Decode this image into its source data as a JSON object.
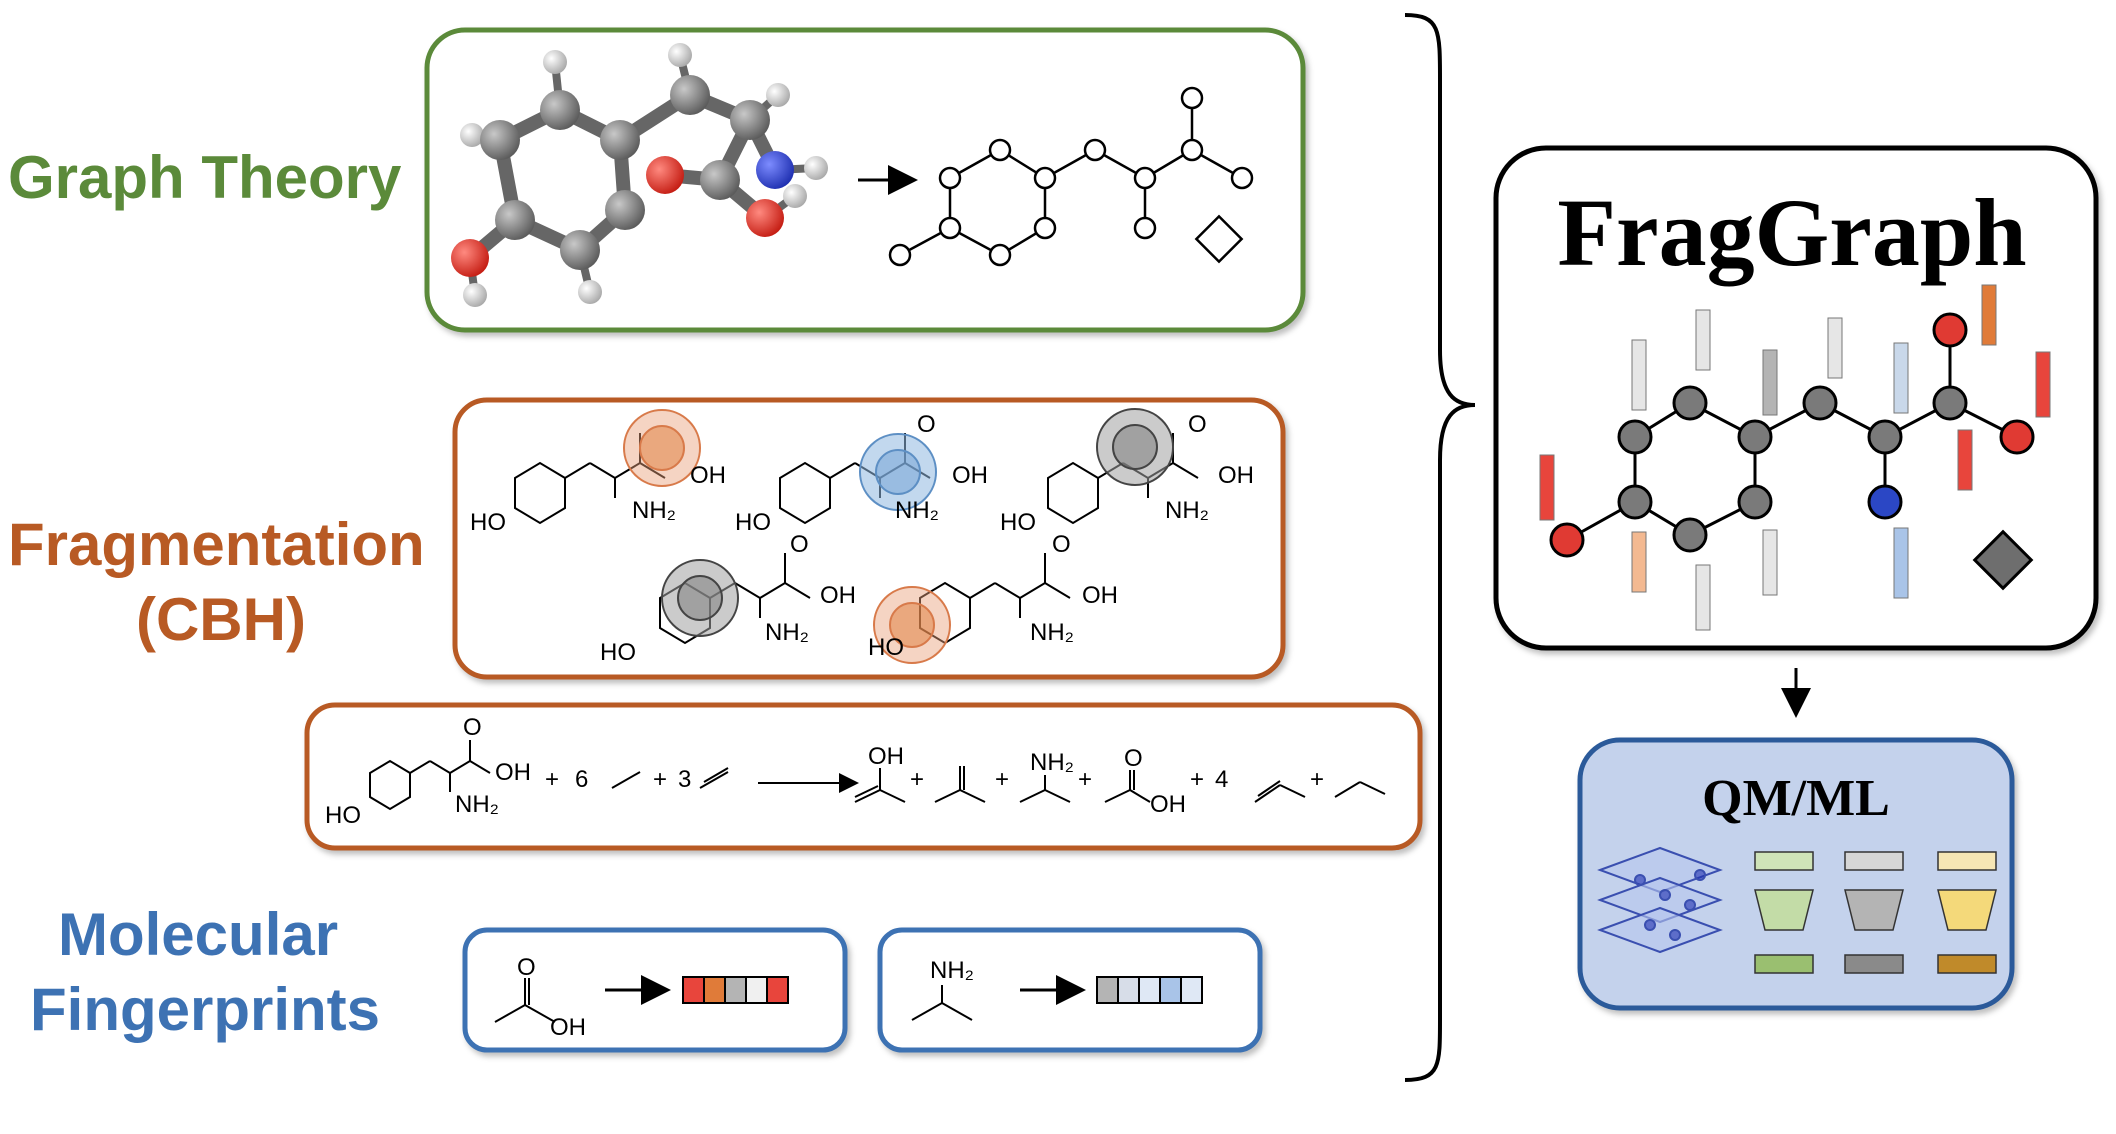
{
  "labels": {
    "graph_theory": "Graph Theory",
    "fragmentation_line1": "Fragmentation",
    "fragmentation_line2": "(CBH)",
    "molecular_line1": "Molecular",
    "molecular_line2": "Fingerprints"
  },
  "fraggraph": {
    "title": "FragGraph"
  },
  "qmml": {
    "title": "QM/ML"
  },
  "chem": {
    "oh": "OH",
    "ho": "HO",
    "nh2": "NH₂",
    "o": "O",
    "coef_6": "6",
    "coef_3": "3",
    "coef_4": "4",
    "plus": "+"
  },
  "fingerprint_1": [
    "#e8453c",
    "#e07b39",
    "#b4b4b4",
    "#f0f0f0",
    "#e8453c"
  ],
  "fingerprint_2": [
    "#b4b4b4",
    "#d7dde8",
    "#dfe8f5",
    "#a9c4e8",
    "#dfe8f5"
  ],
  "colors": {
    "graph_theory": "#5b8a3a",
    "fragmentation": "#b85a24",
    "molecular": "#3d72b3",
    "oxygen": "#e03a33",
    "nitrogen": "#2b47c5",
    "carbon_node": "#7a7a7a"
  }
}
